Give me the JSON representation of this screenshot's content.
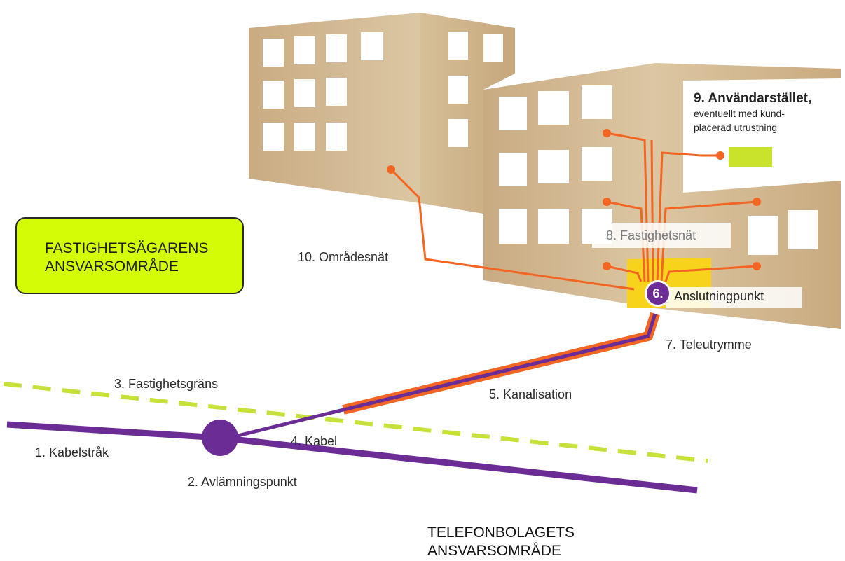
{
  "owner_area": {
    "line1": "FASTIGHETSÄGARENS",
    "line2": "ANSVARSOMRÅDE"
  },
  "telco_area": {
    "line1": "TELEFONBOLAGETS",
    "line2": "ANSVARSOMRÅDE"
  },
  "labels": {
    "kabelstrak": "1. Kabelstråk",
    "avlamningspunkt": "2. Avlämningspunkt",
    "fastighetsgrans": "3. Fastighetsgräns",
    "kabel": "4. Kabel",
    "kanalisation": "5. Kanalisation",
    "anslutning_num": "6.",
    "anslutning_text": "Anslutningpunkt",
    "teleutrymme": "7. Teleutrymme",
    "fastighetsnat": "8. Fastighetsnät",
    "anvandarstallet_title": "9. Användarstället,",
    "anvandarstallet_sub1": "eventuellt med kund-",
    "anvandarstallet_sub2": "placerad utrustning",
    "omradesnat": "10. Områdesnät"
  },
  "colors": {
    "purple": "#6b2c95",
    "orange": "#f26522",
    "dash_green": "#c8e03a",
    "owner_box": "#d4fc06",
    "teleutrymme": "#f8d31c",
    "equipment": "#c9e22b",
    "building": "#d2b890"
  }
}
